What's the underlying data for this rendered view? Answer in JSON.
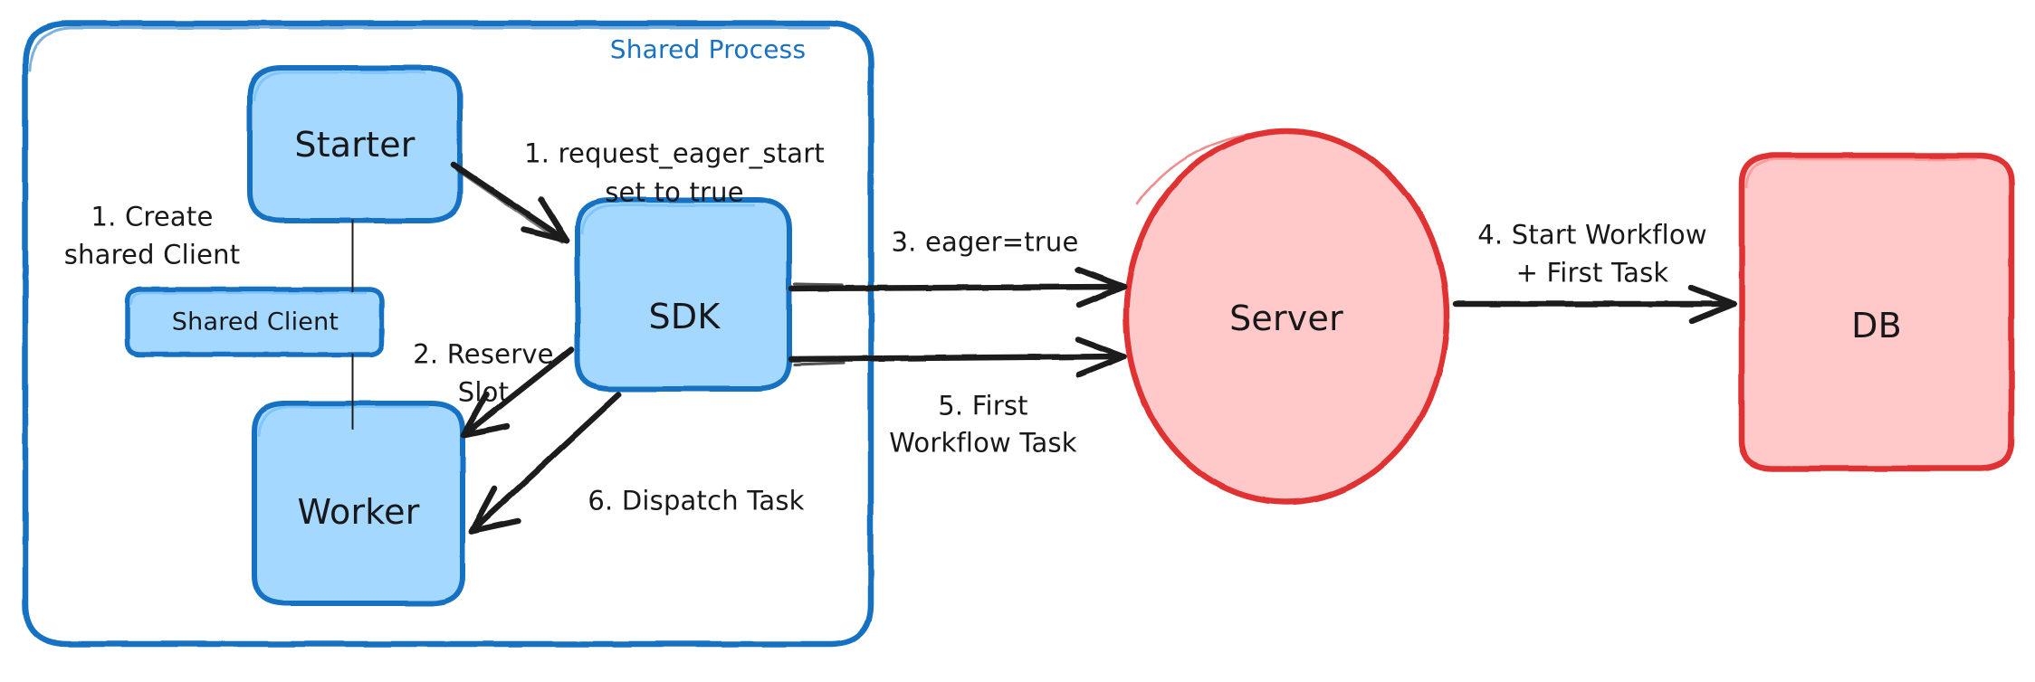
{
  "diagram": {
    "title": "Eager Workflow Start flow",
    "type": "flow-diagram",
    "colors": {
      "blue_stroke": "#1971c2",
      "blue_fill": "#a5d8ff",
      "red_stroke": "#e03131",
      "red_fill": "#ffc9c9",
      "arrow": "#1e1e1e",
      "text": "#1e1e1e",
      "background": "#ffffff"
    },
    "groups": [
      {
        "id": "shared-process",
        "label": "Shared Process",
        "shape": "rounded-rect",
        "stroke": "#1971c2",
        "fill": "none",
        "label_position": "top-right"
      }
    ],
    "nodes": [
      {
        "id": "starter",
        "label": "Starter",
        "shape": "rounded-rect",
        "fill": "#a5d8ff",
        "stroke": "#1971c2"
      },
      {
        "id": "shared-client",
        "label": "Shared Client",
        "shape": "rounded-rect",
        "fill": "#a5d8ff",
        "stroke": "#1971c2"
      },
      {
        "id": "worker",
        "label": "Worker",
        "shape": "rounded-rect",
        "fill": "#a5d8ff",
        "stroke": "#1971c2"
      },
      {
        "id": "sdk",
        "label": "SDK",
        "shape": "rounded-rect",
        "fill": "#a5d8ff",
        "stroke": "#1971c2"
      },
      {
        "id": "server",
        "label": "Server",
        "shape": "ellipse",
        "fill": "#ffc9c9",
        "stroke": "#e03131"
      },
      {
        "id": "db",
        "label": "DB",
        "shape": "rounded-rect",
        "fill": "#ffc9c9",
        "stroke": "#e03131"
      }
    ],
    "edges": [
      {
        "id": "e-starter-sharedclient",
        "from": "starter",
        "to": "shared-client",
        "label": "1. Create\nshared Client",
        "arrow": false
      },
      {
        "id": "e-sharedclient-worker",
        "from": "shared-client",
        "to": "worker",
        "label": "",
        "arrow": false
      },
      {
        "id": "e-starter-sdk",
        "from": "starter",
        "to": "sdk",
        "label": "1. request_eager_start\nset to true",
        "arrow": true
      },
      {
        "id": "e-sdk-worker-reserve",
        "from": "sdk",
        "to": "worker",
        "label": "2. Reserve\nSlot",
        "arrow": true
      },
      {
        "id": "e-sdk-server-eager",
        "from": "sdk",
        "to": "server",
        "label": "3. eager=true",
        "arrow": true
      },
      {
        "id": "e-server-db",
        "from": "server",
        "to": "db",
        "label": "4. Start Workflow\n+ First Task",
        "arrow": true
      },
      {
        "id": "e-sdk-server-first",
        "from": "sdk",
        "to": "server",
        "label": "5. First\nWorkflow Task",
        "arrow": true
      },
      {
        "id": "e-sdk-worker-dispatch",
        "from": "sdk",
        "to": "worker",
        "label": "6. Dispatch Task",
        "arrow": true
      }
    ],
    "labels": {
      "group_shared_process": "Shared Process",
      "node_starter": "Starter",
      "node_shared_client": "Shared Client",
      "node_worker": "Worker",
      "node_sdk": "SDK",
      "node_server": "Server",
      "node_db": "DB",
      "edge_create_shared_client_l1": "1. Create",
      "edge_create_shared_client_l2": "shared Client",
      "edge_request_eager_start_l1": "1. request_eager_start",
      "edge_request_eager_start_l2": "set to true",
      "edge_reserve_slot_l1": "2. Reserve",
      "edge_reserve_slot_l2": "Slot",
      "edge_eager_true": "3. eager=true",
      "edge_start_workflow_l1": "4. Start Workflow",
      "edge_start_workflow_l2": "+ First Task",
      "edge_first_workflow_task_l1": "5. First",
      "edge_first_workflow_task_l2": "Workflow Task",
      "edge_dispatch_task": "6. Dispatch Task"
    }
  }
}
